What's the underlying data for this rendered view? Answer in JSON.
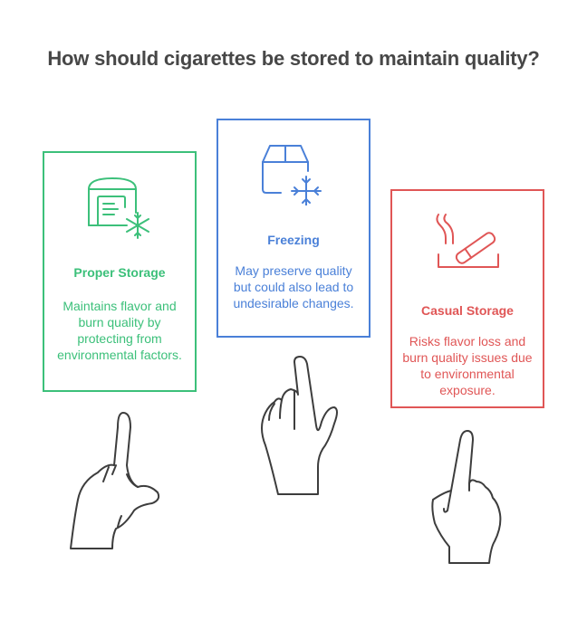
{
  "title": "How should cigarettes be stored to maintain quality?",
  "colors": {
    "title": "#474747",
    "proper": "#3cc07a",
    "freezing": "#4a80d8",
    "casual": "#e05656",
    "hand_stroke": "#3d3d3d"
  },
  "cards": [
    {
      "id": "proper",
      "label": "Proper Storage",
      "description": "Maintains flavor and burn quality by protecting from environmental factors.",
      "icon": "storage-freezer-icon"
    },
    {
      "id": "freezing",
      "label": "Freezing",
      "description": "May preserve quality but could also lead to undesirable changes.",
      "icon": "box-snowflake-icon"
    },
    {
      "id": "casual",
      "label": "Casual Storage",
      "description": "Risks flavor loss and burn quality issues due to environmental exposure.",
      "icon": "cigarette-ashtray-icon"
    }
  ],
  "hands": [
    "pointing-hand-left",
    "pointing-hand-center",
    "pointing-hand-right"
  ]
}
